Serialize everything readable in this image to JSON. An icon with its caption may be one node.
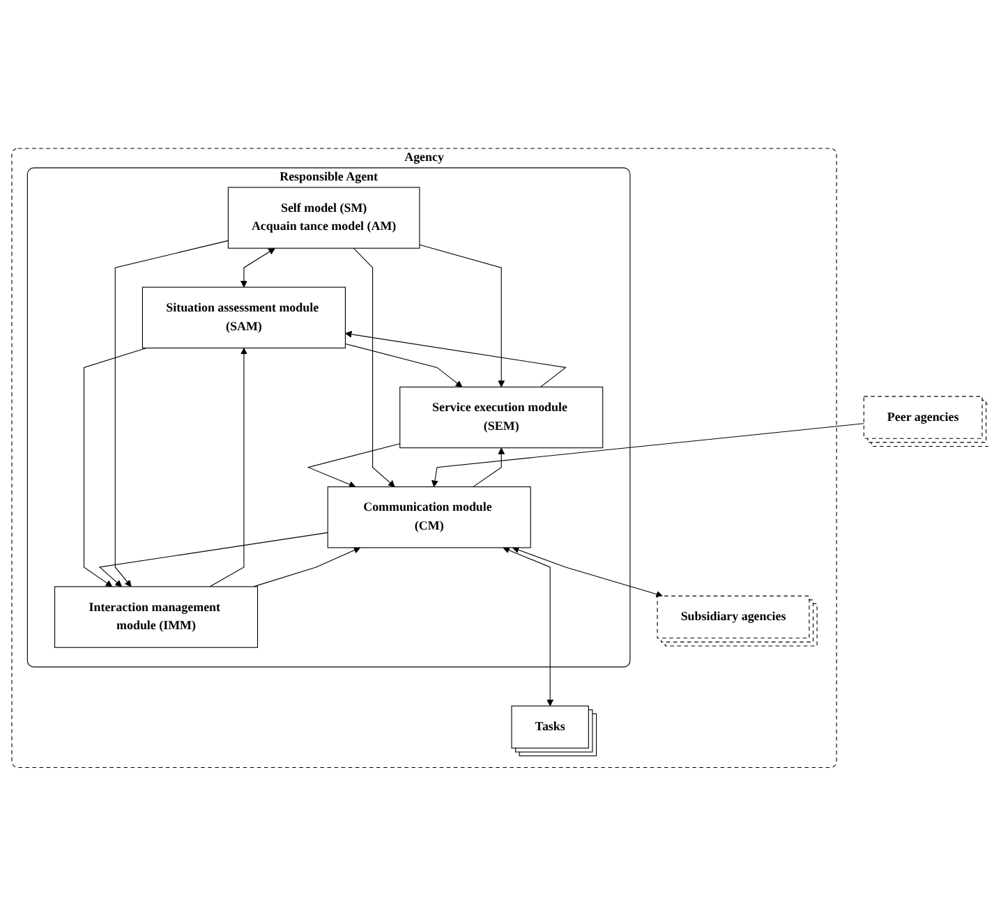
{
  "diagram": {
    "nodes": [
      {
        "text": [
          "Agency"
        ]
      },
      {
        "text": [
          "Responsible Agent"
        ],
        "in": 0
      },
      {
        "text": [
          "Self model (SM)",
          "Acquain tance model (AM)"
        ],
        "in": 1
      },
      {
        "text": [
          "Service execution module (SEM)"
        ],
        "in": 1
      },
      {
        "text": [
          "Situation assessment module (SAM)"
        ],
        "in": 1
      },
      {
        "text": [
          "Interaction management module (IMM)"
        ],
        "in": 1
      },
      {
        "text": [
          "Communication module (CM)"
        ],
        "in": 1
      },
      {
        "text": [
          "Peer agencies"
        ]
      },
      {
        "text": [
          "Subsidiary agencies"
        ],
        "in": 0
      },
      {
        "text": [
          "Tasks"
        ],
        "in": 0
      }
    ],
    "edges": [
      {
        "from": 2,
        "to": 4,
        "arrow": "both"
      },
      {
        "from": 3,
        "to": 4,
        "arrow": "to"
      },
      {
        "from": 4,
        "to": 3,
        "arrow": "to"
      },
      {
        "from": 4,
        "to": 5,
        "arrow": "to"
      },
      {
        "from": 5,
        "to": 4,
        "arrow": "to"
      },
      {
        "from": 3,
        "to": 6,
        "arrow": "to"
      },
      {
        "from": 6,
        "to": 3,
        "arrow": "to"
      },
      {
        "from": 5,
        "to": 6,
        "arrow": "to"
      },
      {
        "from": 6,
        "to": 5,
        "arrow": "to"
      },
      {
        "from": 2,
        "to": 3,
        "arrow": "to"
      },
      {
        "from": 2,
        "to": 5,
        "arrow": "to"
      },
      {
        "from": 2,
        "to": 6,
        "arrow": "to"
      },
      {
        "from": 7,
        "to": 6,
        "arrow": "to"
      },
      {
        "from": 6,
        "to": 8,
        "arrow": "both"
      },
      {
        "from": 6,
        "to": 9,
        "arrow": "both"
      }
    ]
  }
}
